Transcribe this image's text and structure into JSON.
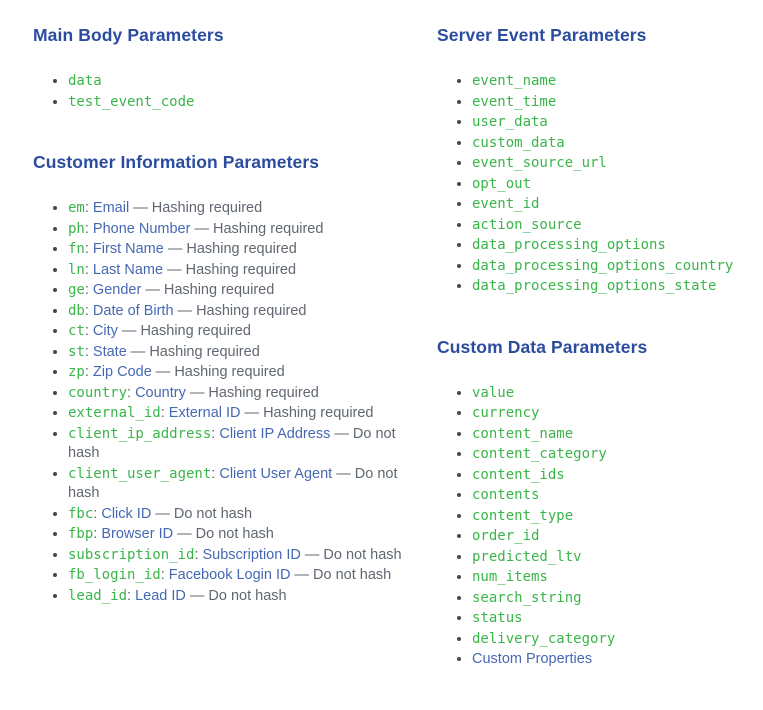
{
  "colors": {
    "heading_blue": "#2b4c9f",
    "code_green": "#3ab54a",
    "link_blue": "#4668b3",
    "body_gray": "#606770",
    "bullet_gray": "#454a52",
    "background": "#ffffff"
  },
  "punctuation": {
    "colon": ":"
  },
  "sections": [
    {
      "title": "Main Body Parameters",
      "items": [
        {
          "code": "data"
        },
        {
          "code": "test_event_code"
        }
      ]
    },
    {
      "title": "Customer Information Parameters",
      "items": [
        {
          "code": "em",
          "link": "Email",
          "note": "— Hashing required"
        },
        {
          "code": "ph",
          "link": "Phone Number",
          "note": "— Hashing required"
        },
        {
          "code": "fn",
          "link": "First Name",
          "note": "— Hashing required"
        },
        {
          "code": "ln",
          "link": "Last Name",
          "note": "— Hashing required"
        },
        {
          "code": "ge",
          "link": "Gender",
          "note": "— Hashing required"
        },
        {
          "code": "db",
          "link": "Date of Birth",
          "note": "— Hashing required"
        },
        {
          "code": "ct",
          "link": "City",
          "note": "— Hashing required"
        },
        {
          "code": "st",
          "link": "State",
          "note": "— Hashing required"
        },
        {
          "code": "zp",
          "link": "Zip Code",
          "note": "— Hashing required"
        },
        {
          "code": "country",
          "link": "Country",
          "note": "— Hashing required"
        },
        {
          "code": "external_id",
          "link": "External ID",
          "note": "— Hashing required"
        },
        {
          "code": "client_ip_address",
          "link": "Client IP Address",
          "note": "— Do not hash"
        },
        {
          "code": "client_user_agent",
          "link": "Client User Agent",
          "note": "— Do not hash"
        },
        {
          "code": "fbc",
          "link": "Click ID",
          "note": "— Do not hash"
        },
        {
          "code": "fbp",
          "link": "Browser ID",
          "note": "— Do not hash"
        },
        {
          "code": "subscription_id",
          "link": "Subscription ID",
          "note": "— Do not hash"
        },
        {
          "code": "fb_login_id",
          "link": "Facebook Login ID",
          "note": "— Do not hash"
        },
        {
          "code": "lead_id",
          "link": "Lead ID",
          "note": "— Do not hash"
        }
      ]
    },
    {
      "title": "Server Event Parameters",
      "items": [
        {
          "code": "event_name"
        },
        {
          "code": "event_time"
        },
        {
          "code": "user_data"
        },
        {
          "code": "custom_data"
        },
        {
          "code": "event_source_url"
        },
        {
          "code": "opt_out"
        },
        {
          "code": "event_id"
        },
        {
          "code": "action_source"
        },
        {
          "code": "data_processing_options"
        },
        {
          "code": "data_processing_options_country"
        },
        {
          "code": "data_processing_options_state"
        }
      ]
    },
    {
      "title": "Custom Data Parameters",
      "items": [
        {
          "code": "value"
        },
        {
          "code": "currency"
        },
        {
          "code": "content_name"
        },
        {
          "code": "content_category"
        },
        {
          "code": "content_ids"
        },
        {
          "code": "contents"
        },
        {
          "code": "content_type"
        },
        {
          "code": "order_id"
        },
        {
          "code": "predicted_ltv"
        },
        {
          "code": "num_items"
        },
        {
          "code": "search_string"
        },
        {
          "code": "status"
        },
        {
          "code": "delivery_category"
        },
        {
          "link": "Custom Properties"
        }
      ]
    }
  ]
}
